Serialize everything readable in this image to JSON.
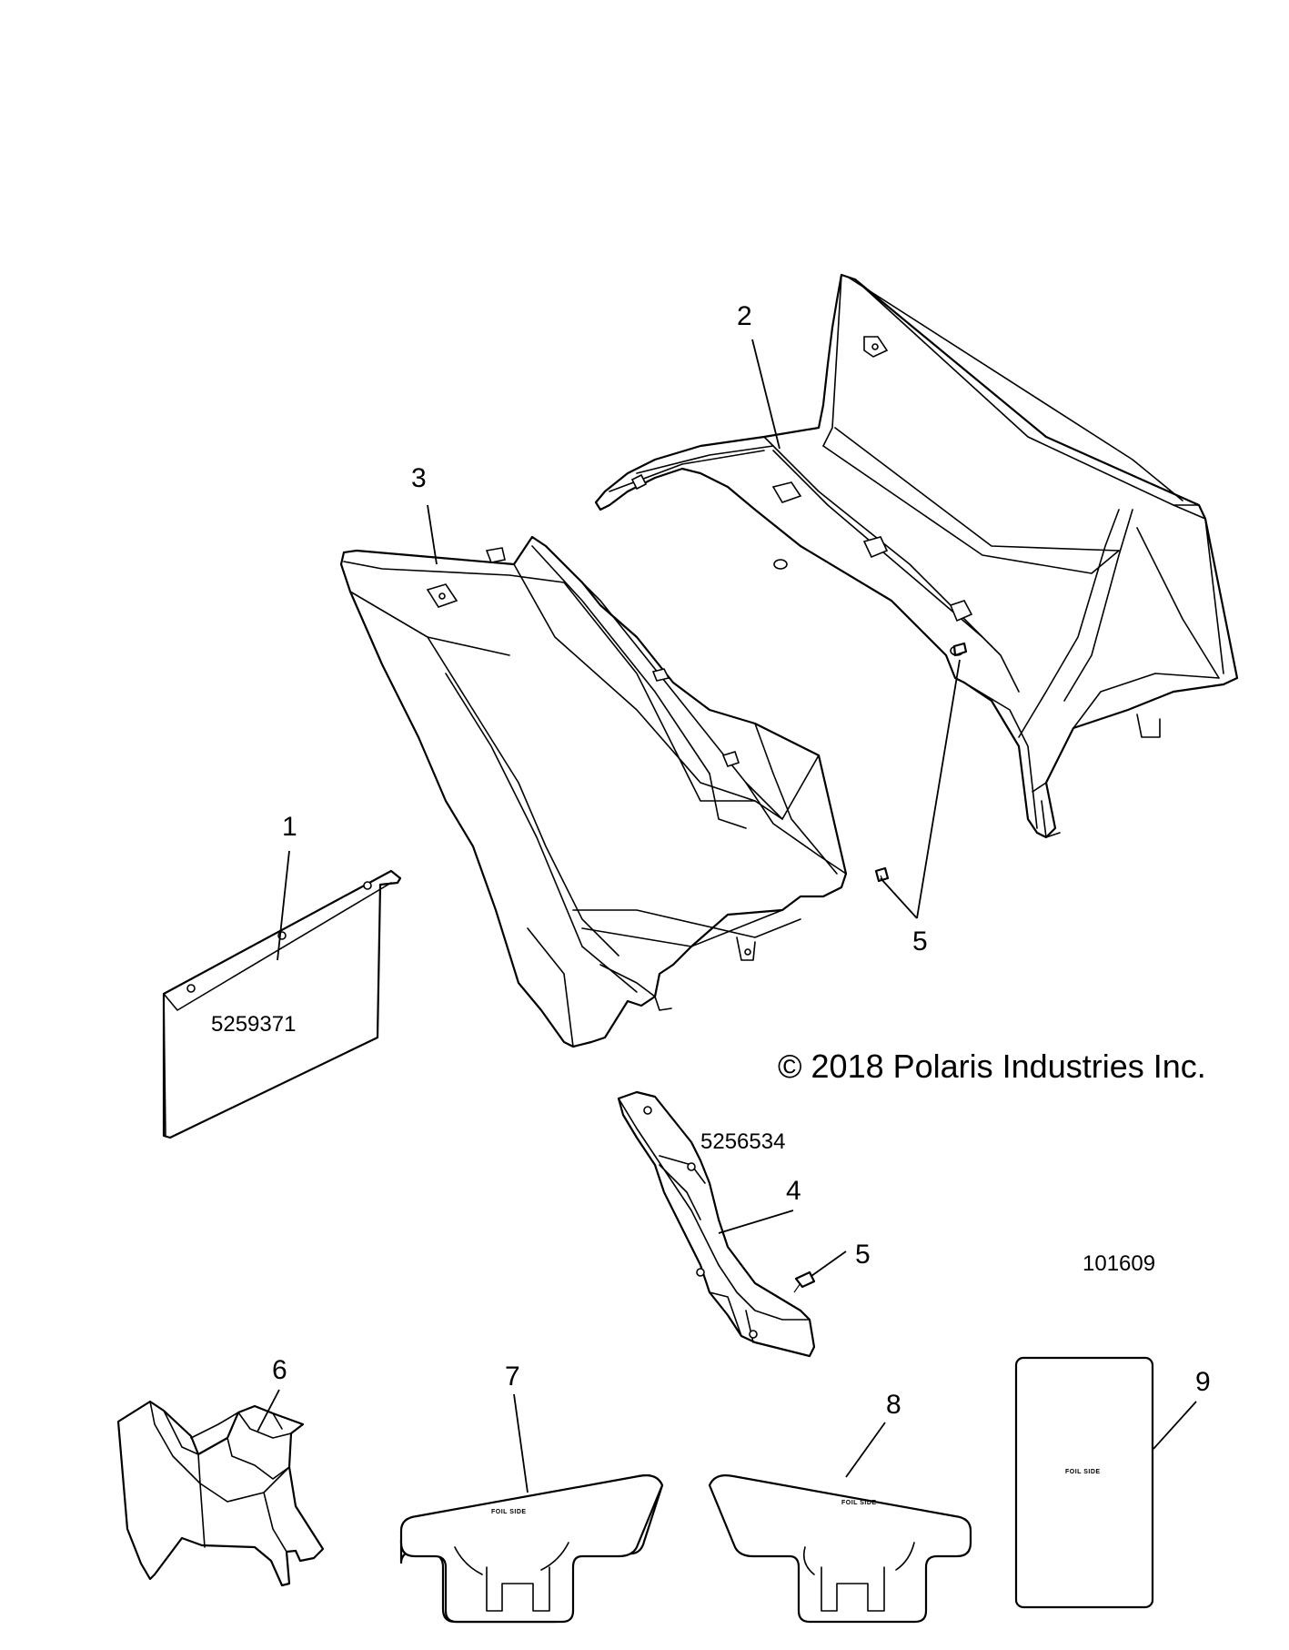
{
  "callouts": {
    "c1": "1",
    "c2": "2",
    "c3": "3",
    "c4": "4",
    "c5a": "5",
    "c5b": "5",
    "c6": "6",
    "c7": "7",
    "c8": "8",
    "c9": "9"
  },
  "part_numbers": {
    "part1": "5259371",
    "part4": "5256534"
  },
  "copyright": "© 2018 Polaris Industries Inc.",
  "figure_id": "101609",
  "foil_labels": {
    "panel7": "FOIL SIDE",
    "panel8": "FOIL SIDE",
    "panel9": "FOIL SIDE"
  }
}
